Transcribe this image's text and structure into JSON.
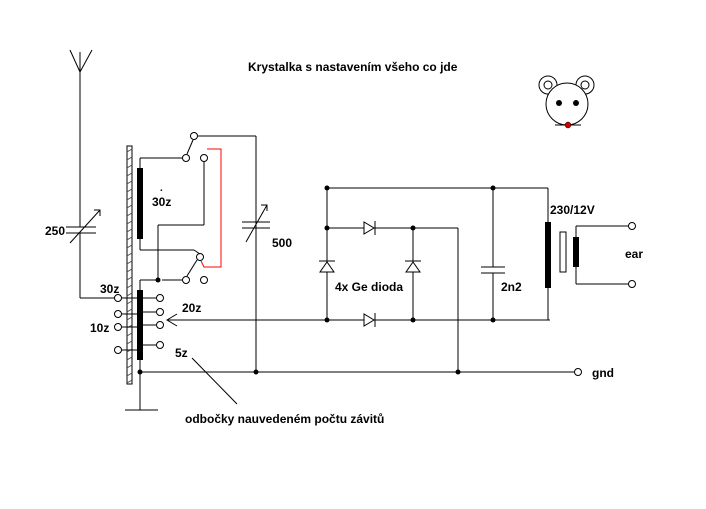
{
  "title": "Krystalka s nastavením všeho co jde",
  "labels": {
    "cap_tuning_left": "250",
    "coil_top_turns": "30z",
    "tap_30z": "30z",
    "tap_10z": "10z",
    "tap_20z": "20z",
    "tap_5z": "5z",
    "cap_tuning_mid": "500",
    "diode_bridge": "4x Ge dioda",
    "cap_filter": "2n2",
    "transformer": "230/12V",
    "earphone": "ear",
    "ground": "gnd",
    "taps_note": "odbočky nauvedeném počtu závitů"
  },
  "colors": {
    "wire": "#000000",
    "jumper": "#ff0000",
    "mouse_nose": "#cc0000",
    "background": "#ffffff"
  }
}
